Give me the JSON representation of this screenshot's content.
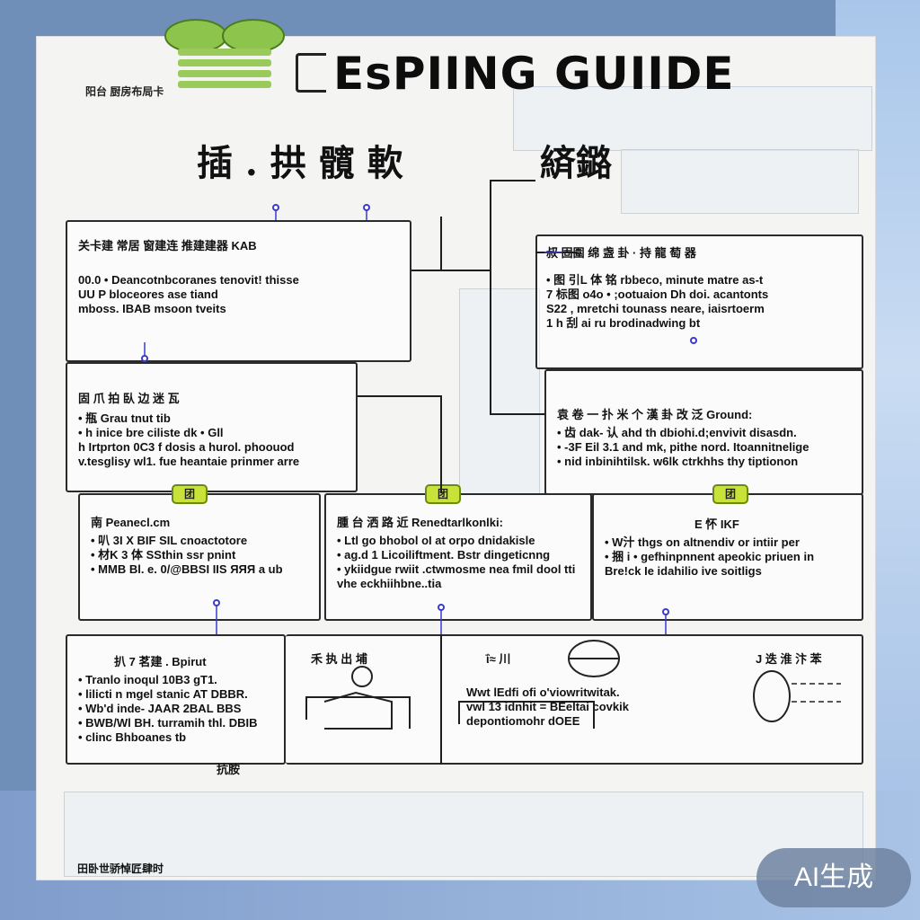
{
  "header": {
    "small_tag": "阳台 厨房布局卡",
    "title": "ЕѕPIING GUIIDE",
    "subtitle_left": "插 . 拱 髖 軟",
    "subtitle_right": "緕鏴"
  },
  "boxes": {
    "top_left": {
      "head": "关卡建 常居 窗建连 推建建器 KAB",
      "lines": [
        "00.0 • Deancotnbcoranes tenovit! thisse",
        "UU P bloceores ase tiand",
        "mboss. IBAB msoon tveits"
      ]
    },
    "top_right": {
      "head": "叔  固圍 绵 盏 卦 ·  持 龍 萄 器",
      "lines": [
        "• 图  引L 体 铭 rbbeco, minute matre as-t",
        "7 标图 o4o  • ;ootuaion Dh doi. acantonts",
        "S22 , mretchi tounass neare, iaisrtoerm",
        "1  h  刮 ai ru brodinadwing bt"
      ]
    },
    "mid_left": {
      "head": "固 爪 拍 臥  边 迷 瓦",
      "lines": [
        "•  瓶  Grau  tnut  tib",
        "•  h inice bre ciliste dk  •  Gll",
        "h Irtprton  0C3 f  dosis  a hurol.  phoouod",
        "v.tesglisy  wl1.  fue heantaie prinmer arre"
      ]
    },
    "mid_right": {
      "head": "袁 卷 一 扑 米 个 漢 卦 改 泛  Ground:",
      "lines": [
        "•  齿 dak- 认  ahd th dbiohi.d;envivit disasdn.",
        "•  -3F  Eil 3.1  and mk, pithe nord.  Itoannitnelige",
        "•  nid inbinihtilsk.  w6lk ctrkhhs thy tiptionon"
      ]
    },
    "row3_left": {
      "badge": "团",
      "head": "南  Peanecl.cm",
      "lines": [
        "•  叭  3I  X  BIF  SIL  cnoactotore",
        "•  材K  3  体  SSthin  ssr pnint",
        "•  MMB Bl.  e. 0/@BBSI IIS  ЯЯЯ a ub"
      ]
    },
    "row3_mid": {
      "badge": "团",
      "head": "腫 台 洒 路 近 Renedtarlkonlki:",
      "lines": [
        "•  Ltl  go bhobol oI at orpo dnidakisle",
        "•  ag.d  1 Licoiliftment.  Bstr  dingeticnng",
        "•  ykiidgue rwiit .ctwmosme nea fmil dool tti",
        "vhe eckhiihbne..tia"
      ]
    },
    "row3_right": {
      "badge": "团",
      "head": "E  怀  IKF",
      "lines": [
        "•  W汁  thgs on altnendiv or intiir per",
        "•  捆 i  •  gefhinpnnent apeokic priuen in",
        "Bre!ck Ie idahilio ive soitligs"
      ]
    },
    "row4_left": {
      "head": "扒 7 茗建 .  Bpirut",
      "lines": [
        "•  Tranlo inoqul  10B3  gT1.",
        "•  lilicti n mgel stanic  AT DBBR.",
        "•  Wb'd inde-  JAAR  2BAL BBS",
        "•  BWB/Wl BH. turramih thl.  DBIB",
        "•  clinc  Bhboanes  tb"
      ]
    },
    "row4_mid1": {
      "head": "禾  执 出  埔"
    },
    "row4_mid2": {
      "head": "ΐ≈  川",
      "lines": [
        "Wwt  lEdfi ofi  o'viowritwitak.",
        "vwl  13 idnhit  =  BEeltai covkik",
        "depontiomohr dOEE"
      ]
    },
    "row4_right": {
      "head": "J  迭  淮  汴  苯"
    },
    "under_tag": "抗胺"
  },
  "footer": {
    "bottom_label": "田卧世骄悼匠肆时"
  },
  "watermark": "AI生成",
  "colors": {
    "accent_green": "#c9e23a",
    "pin_blue": "#3a3ad0",
    "line_dark": "#1e1e1e"
  }
}
